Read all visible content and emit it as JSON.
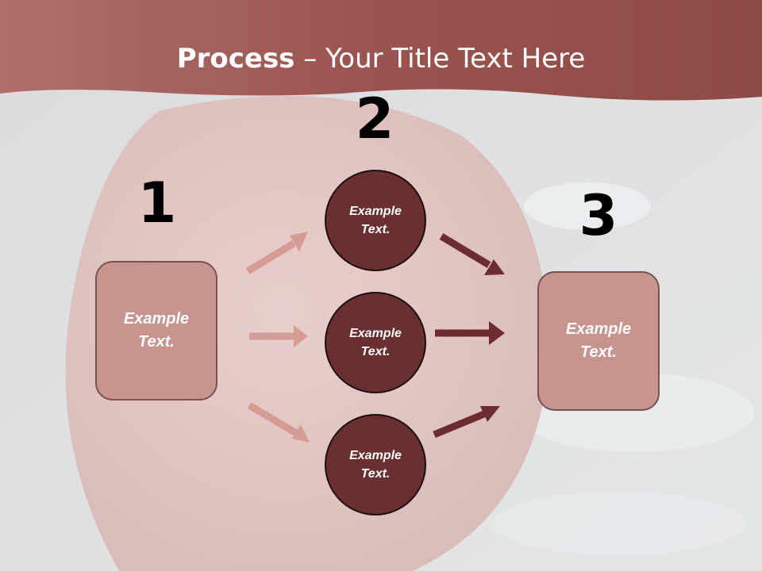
{
  "title": {
    "bold": "Process",
    "rest": " – Your Title Text Here"
  },
  "steps": {
    "one": "1",
    "two": "2",
    "three": "3"
  },
  "left_box": {
    "text": "Example\nText."
  },
  "right_box": {
    "text": "Example\nText."
  },
  "circles": [
    {
      "text": "Example\nText."
    },
    {
      "text": "Example\nText."
    },
    {
      "text": "Example\nText."
    }
  ],
  "colors": {
    "header": "#a8605a",
    "box_fill": "#c7948e",
    "circle_fill": "#6a2f30",
    "arrow_light": "#d49c92",
    "arrow_dark": "#6b2d2e"
  }
}
